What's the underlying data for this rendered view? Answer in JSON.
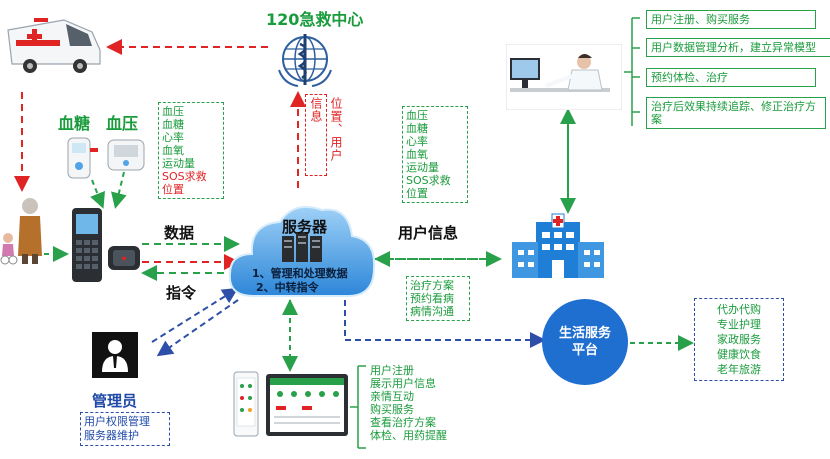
{
  "center": {
    "title": "120急救中心"
  },
  "sensors": {
    "blood_sugar": "血糖",
    "blood_pressure": "血压"
  },
  "device_data_list": {
    "items": [
      "血压",
      "血糖",
      "心率",
      "血氧",
      "运动量"
    ],
    "sos": "SOS求救",
    "location": "位置"
  },
  "location_info": "位置、用户信息",
  "server": {
    "title": "服务器",
    "functions": [
      "1、管理和处理数据",
      "2、中转指令"
    ]
  },
  "links": {
    "data": "数据",
    "command": "指令",
    "user_info": "用户信息"
  },
  "hospital_data_list": [
    "血压",
    "血糖",
    "心率",
    "血氧",
    "运动量",
    "SOS求救",
    "位置"
  ],
  "hospital_services": [
    "用户注册、购买服务",
    "用户数据管理分析，建立异常模型",
    "预约体检、治疗",
    "治疗后效果持续追踪、修正治疗方案"
  ],
  "treatment_list": [
    "治疗方案",
    "预约看病",
    "病情沟通"
  ],
  "life_platform": {
    "title": "生活服务平台"
  },
  "life_services": [
    "代办代购",
    "专业护理",
    "家政服务",
    "健康饮食",
    "老年旅游"
  ],
  "app_functions": [
    "用户注册",
    "展示用户信息",
    "亲情互动",
    "购买服务",
    "查看治疗方案",
    "体检、用药提醒"
  ],
  "admin": {
    "title": "管理员",
    "duties": [
      "用户权限管理",
      "服务器维护"
    ]
  },
  "colors": {
    "green": "#29a04a",
    "red": "#e02323",
    "blue": "#2d4fa8",
    "cloud": "#4fa3e6"
  }
}
